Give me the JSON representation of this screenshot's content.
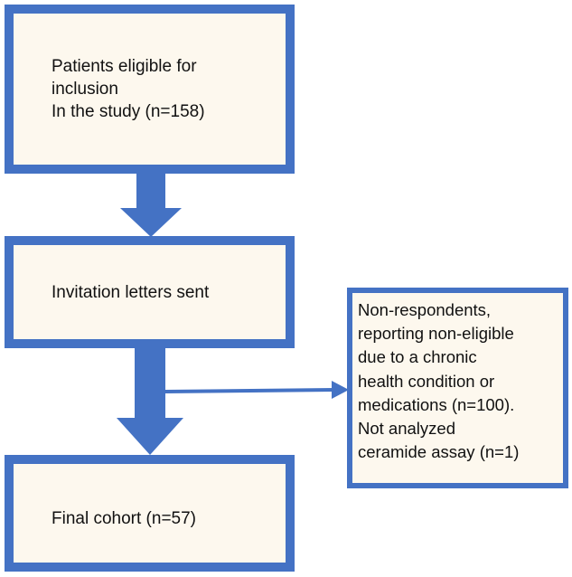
{
  "boxes": {
    "eligible": {
      "lines": [
        "Patients eligible for",
        "inclusion",
        "In the study (n=158)"
      ]
    },
    "invitation": {
      "label": "Invitation letters sent"
    },
    "final": {
      "label": "Final cohort (n=57)"
    }
  },
  "side_box": {
    "lines": [
      "Non-respondents,",
      "reporting non-eligible",
      "due to a chronic",
      "health condition or",
      "medications (n=100).",
      "Not analyzed",
      "ceramide assay (n=1)"
    ]
  },
  "colors": {
    "border": "#4472c4",
    "fill": "#fdf8ee",
    "text": "#111111"
  }
}
